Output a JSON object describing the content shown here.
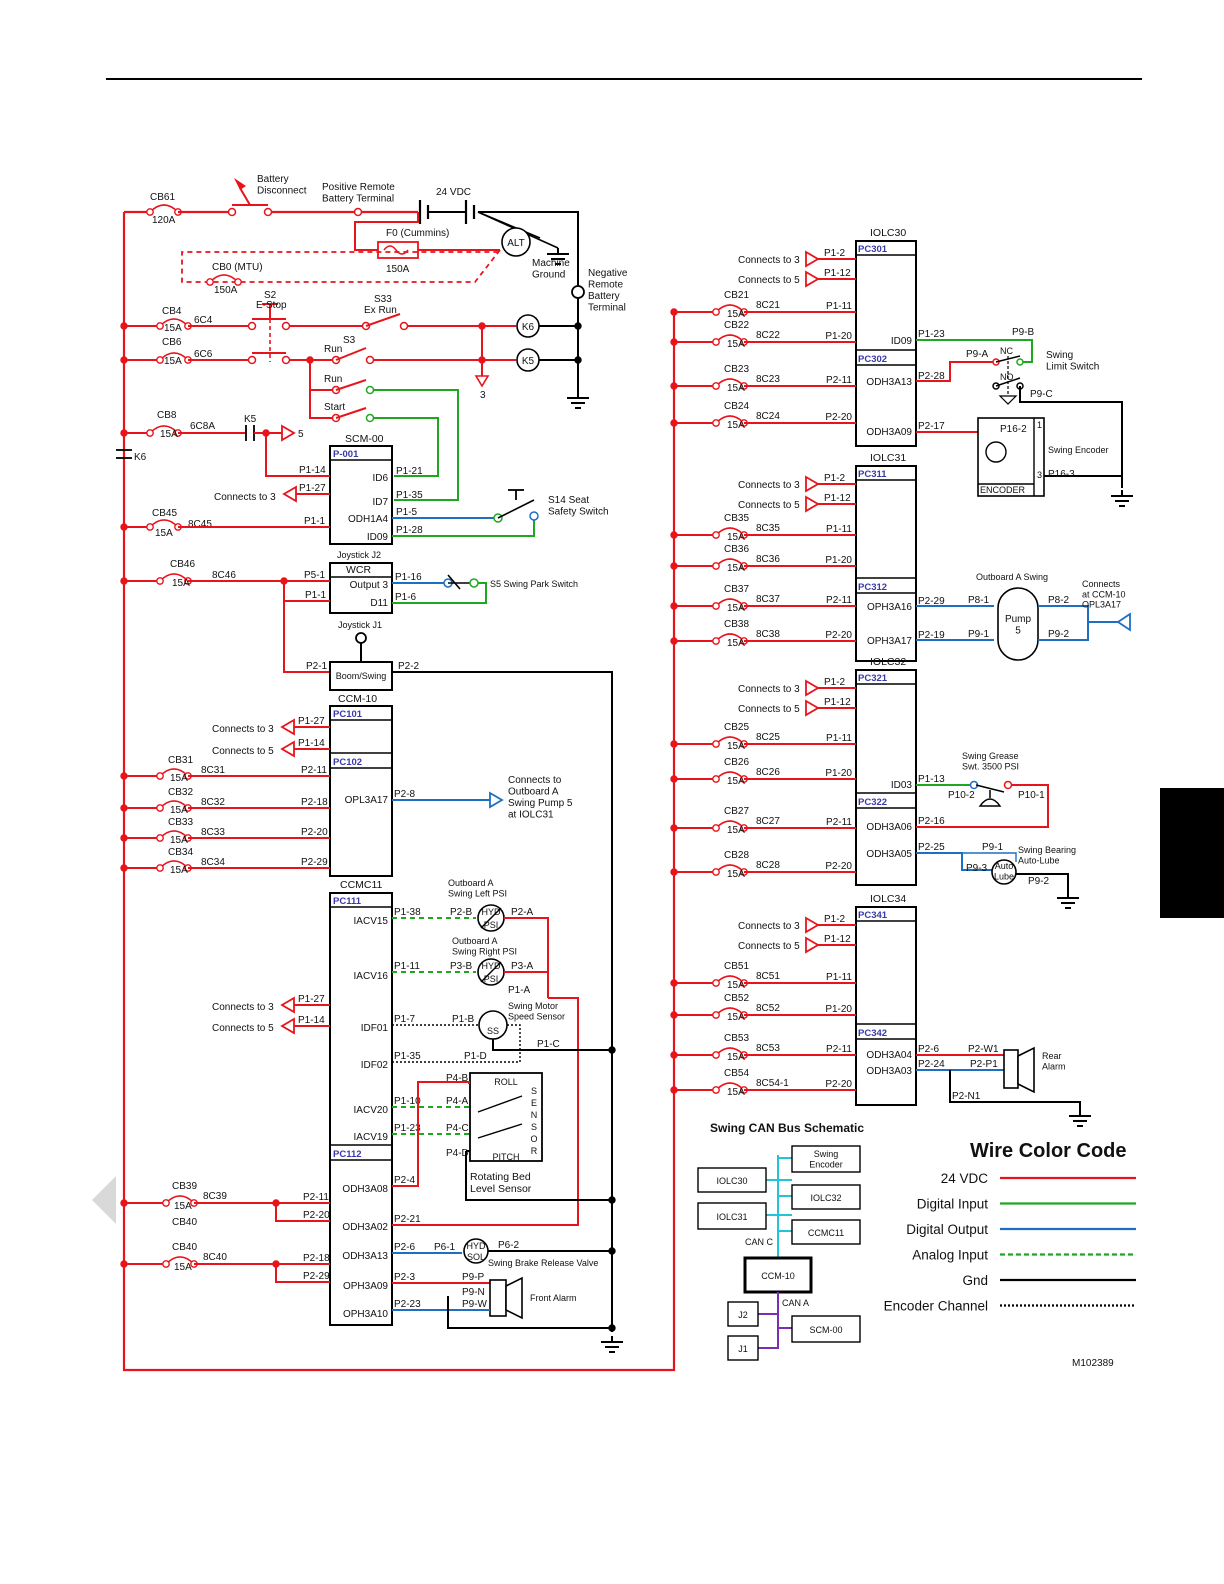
{
  "header": {
    "doc_number": "M102389"
  },
  "power": {
    "battery_disconnect": "Battery\nDisconnect",
    "positive_terminal": "Positive Remote\nBattery Terminal",
    "voltage": "24 VDC",
    "fuse_f0": "F0 (Cummins)",
    "fuse_f0_rating": "150A",
    "alt": "ALT",
    "machine_ground": "Machine\nGround",
    "negative_terminal": "Negative\nRemote\nBattery\nTerminal",
    "cb61": "CB61",
    "cb61_rating": "120A",
    "cb0": "CB0 (MTU)",
    "cb0_rating": "150A"
  },
  "switches": {
    "s2": "S2",
    "estop": "E-Stop",
    "s33": "S33",
    "ex_run": "Ex Run",
    "s3": "S3",
    "run": "Run",
    "start": "Start",
    "k6": "K6",
    "k5": "K5",
    "three": "3",
    "s14": "S14 Seat\nSafety Switch",
    "s5": "S5 Swing Park Switch"
  },
  "breakers_left": [
    {
      "cb": "CB4",
      "amp": "15A",
      "wire": "6C4"
    },
    {
      "cb": "CB6",
      "amp": "15A",
      "wire": "6C6"
    },
    {
      "cb": "CB8",
      "amp": "15A",
      "wire": "6C8A"
    },
    {
      "cb": "CB45",
      "amp": "15A",
      "wire": "8C45"
    },
    {
      "cb": "CB46",
      "amp": "15A",
      "wire": "8C46"
    },
    {
      "cb": "CB31",
      "amp": "15A",
      "wire": "8C31"
    },
    {
      "cb": "CB32",
      "amp": "15A",
      "wire": "8C32"
    },
    {
      "cb": "CB33",
      "amp": "15A",
      "wire": "8C33"
    },
    {
      "cb": "CB34",
      "amp": "15A",
      "wire": "8C34"
    },
    {
      "cb": "CB39",
      "amp": "15A",
      "wire": "8C39"
    },
    {
      "cb": "CB40",
      "amp": "15A",
      "wire": "8C40"
    }
  ],
  "scm00": {
    "title": "SCM-00",
    "pc": "P-001",
    "pins": [
      "ID6",
      "ID7",
      "ODH1A4",
      "ID09"
    ],
    "wires": [
      "P1-14",
      "P1-27",
      "P1-1",
      "P1-21",
      "P1-35",
      "P1-5",
      "P1-28"
    ],
    "k5": "K5",
    "k6": "K6",
    "five": "5",
    "connects3": "Connects to 3"
  },
  "wcr": {
    "joystick_j2": "Joystick J2",
    "title": "WCR",
    "output3": "Output 3",
    "d11": "D11",
    "wires": [
      "P5-1",
      "P1-1",
      "P1-16",
      "P1-6"
    ],
    "joystick_j1": "Joystick J1",
    "boom_swing": "Boom/Swing",
    "p21": "P2-1",
    "p22": "P2-2"
  },
  "ccm10": {
    "title": "CCM-10",
    "pc101": "PC101",
    "pc102": "PC102",
    "opl": "OPL3A17",
    "connects3": "Connects to 3",
    "connects5": "Connects to 5",
    "p127": "P1-27",
    "p114": "P1-14",
    "wires": [
      "P2-11",
      "P2-18",
      "P2-20",
      "P2-29"
    ],
    "p28": "P2-8",
    "connects_pump": "Connects to\nOutboard A\nSwing Pump 5\nat IOLC31"
  },
  "ccmc11": {
    "title": "CCMC11",
    "pc111": "PC111",
    "pc112": "PC112",
    "pins": [
      "IACV15",
      "IACV16",
      "IDF01",
      "IDF02",
      "IACV20",
      "IACV19",
      "ODH3A08",
      "ODH3A02",
      "ODH3A13",
      "OPH3A09",
      "OPH3A10"
    ],
    "connects3": "Connects to 3",
    "connects5": "Connects to 5",
    "wires": [
      "P1-38",
      "P1-11",
      "P1-27",
      "P1-14",
      "P1-7",
      "P1-35",
      "P1-10",
      "P1-23",
      "P2-4",
      "P2-21",
      "P2-6",
      "P2-3",
      "P2-23",
      "P2-11",
      "P2-20",
      "P2-18",
      "P2-29"
    ],
    "left_psi": "Outboard A\nSwing Left PSI",
    "right_psi": "Outboard A\nSwing Right PSI",
    "p2b": "P2-B",
    "p2a": "P2-A",
    "p3b": "P3-B",
    "p3a": "P3-A",
    "p1a": "P1-A",
    "p1b": "P1-B",
    "p1c": "P1-C",
    "p1d": "P1-D",
    "speed_sensor": "Swing Motor\nSpeed Sensor",
    "ss": "SS",
    "hyd": "HYD",
    "psi": "PSI",
    "roll": "ROLL",
    "pitch": "PITCH",
    "sensor": "SENSOR",
    "p4b": "P4-B",
    "p4a": "P4-A",
    "p4c": "P4-C",
    "p4d": "P4-D",
    "level_sensor": "Rotating Bed\nLevel Sensor",
    "p61": "P6-1",
    "p62": "P6-2",
    "sol": "SOL",
    "brake": "Swing Brake Release Valve",
    "p9p": "P9-P",
    "p9n": "P9-N",
    "p9w": "P9-W",
    "front_alarm": "Front Alarm"
  },
  "iolc30": {
    "title": "IOLC30",
    "pc301": "PC301",
    "pc302": "PC302",
    "connects3": "Connects to 3",
    "connects5": "Connects to 5",
    "p12": "P1-2",
    "p112": "P1-12",
    "rows": [
      {
        "cb": "CB21",
        "amp": "15A",
        "wire": "8C21",
        "pin": "P1-11"
      },
      {
        "cb": "CB22",
        "amp": "15A",
        "wire": "8C22",
        "pin": "P1-20"
      },
      {
        "cb": "CB23",
        "amp": "15A",
        "wire": "8C23",
        "pin": "P2-11"
      },
      {
        "cb": "CB24",
        "amp": "15A",
        "wire": "8C24",
        "pin": "P2-20"
      }
    ],
    "id09": "ID09",
    "odh13": "ODH3A13",
    "odh09": "ODH3A09",
    "p123": "P1-23",
    "p228": "P2-28",
    "p217": "P2-17",
    "p9b": "P9-B",
    "p9a": "P9-A",
    "p9c": "P9-C",
    "nc": "NC",
    "no": "NO",
    "limit": "Swing\nLimit Switch",
    "p162": "P16-2",
    "p163": "P16-3",
    "one": "1",
    "three": "3",
    "encoder": "ENCODER",
    "swing_encoder": "Swing Encoder"
  },
  "iolc31": {
    "title": "IOLC31",
    "pc311": "PC311",
    "pc312": "PC312",
    "connects3": "Connects to 3",
    "connects5": "Connects to 5",
    "p12": "P1-2",
    "p112": "P1-12",
    "rows": [
      {
        "cb": "CB35",
        "amp": "15A",
        "wire": "8C35",
        "pin": "P1-11"
      },
      {
        "cb": "CB36",
        "amp": "15A",
        "wire": "8C36",
        "pin": "P1-20"
      },
      {
        "cb": "CB37",
        "amp": "15A",
        "wire": "8C37",
        "pin": "P2-11"
      },
      {
        "cb": "CB38",
        "amp": "15A",
        "wire": "8C38",
        "pin": "P2-20"
      }
    ],
    "oph16": "OPH3A16",
    "oph17": "OPH3A17",
    "p229": "P2-29",
    "p219": "P2-19",
    "p81": "P8-1",
    "p82": "P8-2",
    "p91": "P9-1",
    "p92": "P9-2",
    "pump": "Pump\n5",
    "outboard": "Outboard A Swing",
    "connects_ccm": "Connects\nat CCM-10\nOPL3A17"
  },
  "iolc32": {
    "title": "IOLC32",
    "pc321": "PC321",
    "pc322": "PC322",
    "connects3": "Connects to 3",
    "connects5": "Connects to 5",
    "p12": "P1-2",
    "p112": "P1-12",
    "rows": [
      {
        "cb": "CB25",
        "amp": "15A",
        "wire": "8C25",
        "pin": "P1-11"
      },
      {
        "cb": "CB26",
        "amp": "15A",
        "wire": "8C26",
        "pin": "P1-20"
      },
      {
        "cb": "CB27",
        "amp": "15A",
        "wire": "8C27",
        "pin": "P2-11"
      },
      {
        "cb": "CB28",
        "amp": "15A",
        "wire": "8C28",
        "pin": "P2-20"
      }
    ],
    "id03": "ID03",
    "odh06": "ODH3A06",
    "odh05": "ODH3A05",
    "p113": "P1-13",
    "p216": "P2-16",
    "p225": "P2-25",
    "grease": "Swing Grease\nSwt. 3500 PSI",
    "p102": "P10-2",
    "p101": "P10-1",
    "p91": "P9-1",
    "p93": "P9-3",
    "p92": "P9-2",
    "auto_lube": "Auto\nLube",
    "bearing": "Swing Bearing\nAuto-Lube"
  },
  "iolc34": {
    "title": "IOLC34",
    "pc341": "PC341",
    "pc342": "PC342",
    "connects3": "Connects to 3",
    "connects5": "Connects to 5",
    "p12": "P1-2",
    "p112": "P1-12",
    "rows": [
      {
        "cb": "CB51",
        "amp": "15A",
        "wire": "8C51",
        "pin": "P1-11"
      },
      {
        "cb": "CB52",
        "amp": "15A",
        "wire": "8C52",
        "pin": "P1-20"
      },
      {
        "cb": "CB53",
        "amp": "15A",
        "wire": "8C53",
        "pin": "P2-11"
      },
      {
        "cb": "CB54",
        "amp": "15A",
        "wire": "8C54-1",
        "pin": "P2-20"
      }
    ],
    "odh04": "ODH3A04",
    "odh03": "ODH3A03",
    "p26": "P2-6",
    "p224": "P2-24",
    "p2w1": "P2-W1",
    "p2p1": "P2-P1",
    "p2n1": "P2-N1",
    "rear_alarm": "Rear\nAlarm"
  },
  "can_bus": {
    "title": "Swing CAN Bus Schematic",
    "nodes": [
      "IOLC30",
      "IOLC31",
      "Swing\nEncoder",
      "IOLC32",
      "CCMC11",
      "CCM-10",
      "J2",
      "J1",
      "SCM-00"
    ],
    "can_c": "CAN C",
    "can_a": "CAN A"
  },
  "legend": {
    "title": "Wire Color Code",
    "items": [
      {
        "label": "24 VDC",
        "color": "#e8141b",
        "style": "solid"
      },
      {
        "label": "Digital Input",
        "color": "#1fa81f",
        "style": "solid"
      },
      {
        "label": "Digital Output",
        "color": "#1d6fc2",
        "style": "solid"
      },
      {
        "label": "Analog Input",
        "color": "#1fa81f",
        "style": "dashed"
      },
      {
        "label": "Gnd",
        "color": "#000000",
        "style": "solid"
      },
      {
        "label": "Encoder Channel",
        "color": "#000000",
        "style": "dotted"
      }
    ]
  },
  "colors": {
    "red": "#e8141b",
    "green": "#1fa81f",
    "blue": "#1d6fc2",
    "cyan": "#22c4d8",
    "purple": "#7b2fb0",
    "black": "#000000"
  }
}
